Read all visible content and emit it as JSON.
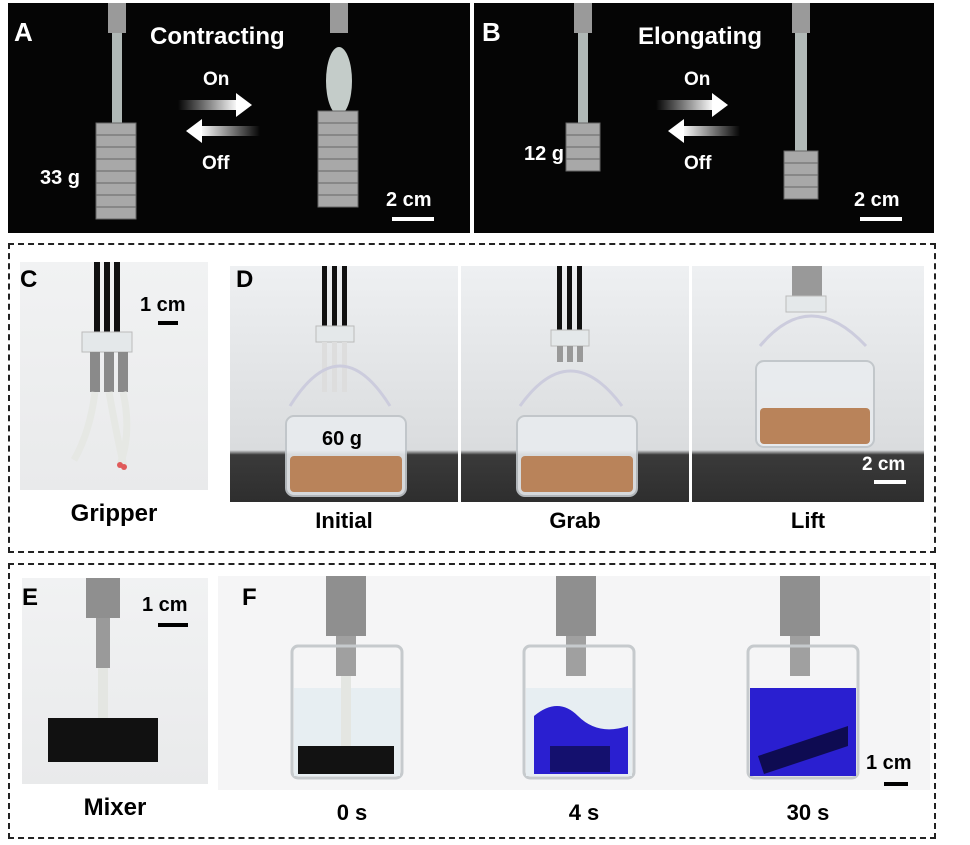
{
  "panel_a": {
    "letter": "A",
    "title": "Contracting",
    "on_label": "On",
    "off_label": "Off",
    "weight": "33 g",
    "scale": "2 cm"
  },
  "panel_b": {
    "letter": "B",
    "title": "Elongating",
    "on_label": "On",
    "off_label": "Off",
    "weight": "12 g",
    "scale": "2 cm"
  },
  "panel_c": {
    "letter": "C",
    "scale": "1 cm",
    "caption": "Gripper"
  },
  "panel_d": {
    "letter": "D",
    "weight": "60 g",
    "scale": "2 cm",
    "captions": [
      "Initial",
      "Grab",
      "Lift"
    ]
  },
  "panel_e": {
    "letter": "E",
    "scale": "1 cm",
    "caption": "Mixer"
  },
  "panel_f": {
    "letter": "F",
    "scale": "1 cm",
    "captions": [
      "0 s",
      "4 s",
      "30 s"
    ]
  },
  "colors": {
    "dye_blue": "#2a1fd0",
    "background_black": "#050505",
    "gravel": "#b9835a"
  }
}
